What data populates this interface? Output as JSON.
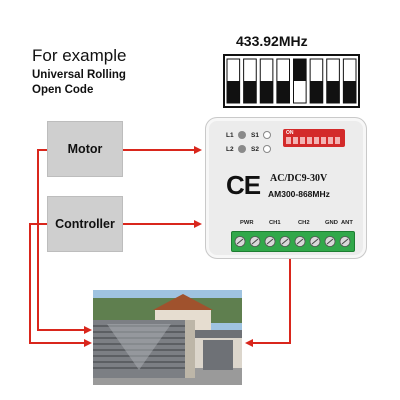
{
  "example": {
    "title": "For example",
    "line1": "Universal Rolling",
    "line2": "Open Code"
  },
  "dip": {
    "frequency": "433.92MHz",
    "switches": [
      "down",
      "down",
      "down",
      "down",
      "up",
      "down",
      "down",
      "down"
    ]
  },
  "blocks": {
    "motor": "Motor",
    "controller": "Controller"
  },
  "module": {
    "led_l1": "L1",
    "led_l2": "L2",
    "btn_s1": "S1",
    "btn_s2": "S2",
    "dip_on": "ON",
    "ce": "CE",
    "power": "AC/DC9-30V",
    "freq_range": "AM300-868MHz",
    "terminals": [
      "PWR",
      "CH1",
      "CH2",
      "GND",
      "ANT"
    ]
  },
  "colors": {
    "arrow": "#d9261c",
    "terminal": "#31a84a",
    "dip_red": "#d32a2a",
    "box_grey": "#cfcfcf",
    "led_red": "#c62828",
    "led_green": "#2e7d32"
  }
}
